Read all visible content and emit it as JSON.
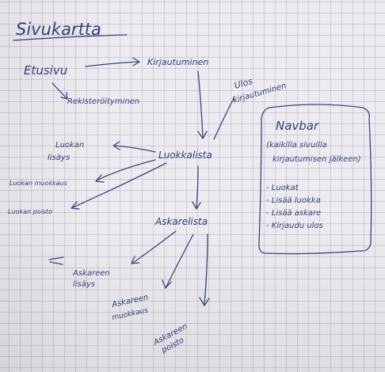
{
  "title": "Sivukartta",
  "nodes": {
    "etusivu": "Etusivu",
    "kirjautuminen": "Kirjautuminen",
    "rekisteroityminen": "Rekisteröityminen",
    "ulos_kirjautuminen": [
      "Ulos",
      "kirjautuminen"
    ],
    "luokkalista": "Luokkalista",
    "luokan_lisays": [
      "Luokan",
      "lisäys"
    ],
    "luokan_muokkaus": "Luokan muokkaus",
    "luokan_poisto": "Luokan poisto",
    "askarelista": "Askarelista",
    "askareen_lisays": [
      "Askareen",
      "lisäys"
    ],
    "askareen_muokkaus": [
      "Askareen",
      "muokkaus"
    ],
    "askareen_poisto": [
      "Askareen",
      "poisto"
    ]
  },
  "navbar": {
    "title": "Navbar",
    "subtitle": [
      "(kaikilla sivuilla",
      "kirjautumisen jälkeen)"
    ],
    "items": [
      "- Luokat",
      "- Lisää luokka",
      "- Lisää askare",
      "- Kirjaudu ulos"
    ]
  },
  "colors": {
    "ink": "#3a3f78",
    "paper": "#ecebef",
    "grid": "#9aa0bc"
  }
}
